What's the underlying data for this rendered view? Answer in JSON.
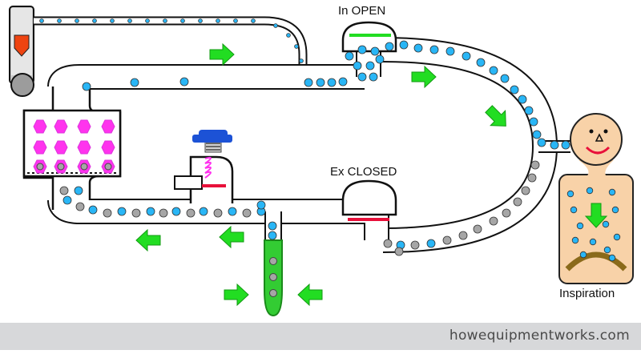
{
  "labels": {
    "inspiratory_valve": "In OPEN",
    "expiratory_valve": "Ex CLOSED",
    "phase": "Inspiration"
  },
  "footer": {
    "site": "howequipmentworks.com"
  },
  "colors": {
    "tube_outline": "#111111",
    "fresh_gas_bubble": "#29b6f6",
    "exhaled_gas_bubble": "#a6a6a6",
    "flow_arrow": "#22dd22",
    "valve_open": "#22dd22",
    "valve_closed": "#e8103a",
    "absorbent_granule": "#ff33ee",
    "apl_cap": "#1c52d6",
    "patient_skin": "#f8d2a8",
    "bag": "#33cc33",
    "flowmeter_bobbin": "#ee4411"
  },
  "icons": {
    "flowmeter": "flowmeter-icon",
    "absorber": "co2-absorber-icon",
    "apl_valve": "apl-valve-icon",
    "reservoir_bag": "reservoir-bag-icon",
    "patient": "patient-icon"
  }
}
